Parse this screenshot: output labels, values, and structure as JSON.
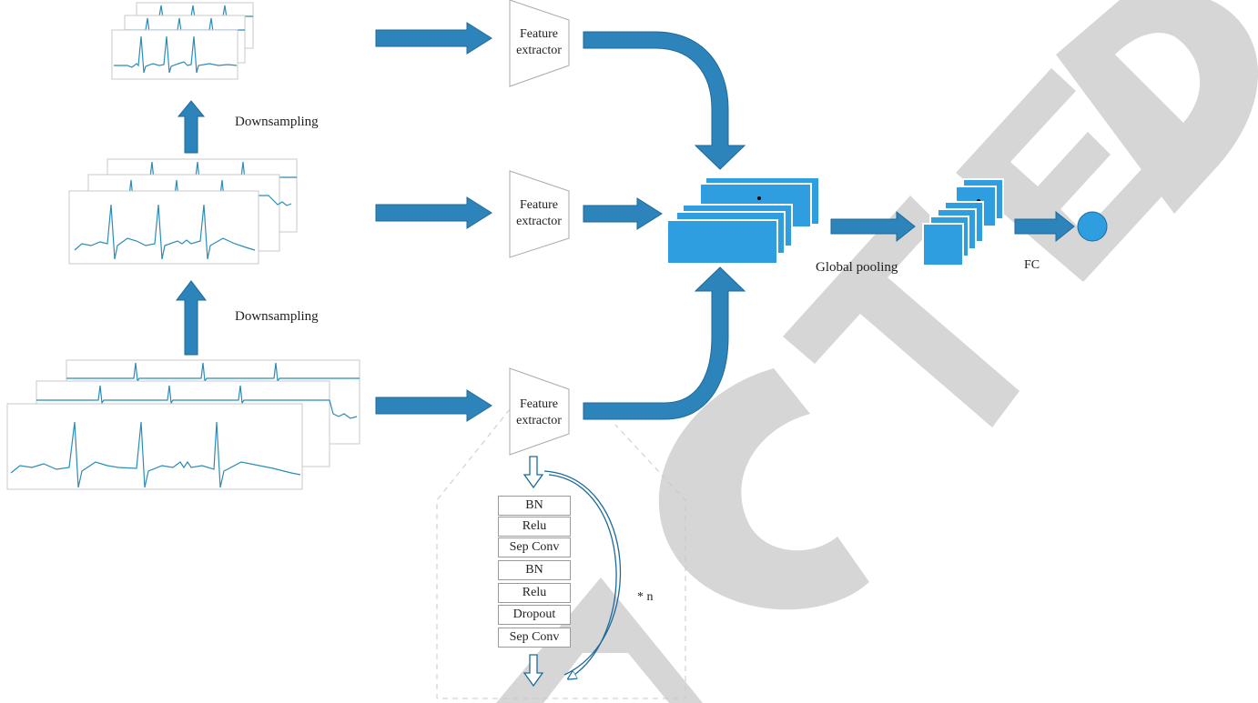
{
  "labels": {
    "downsampling_top": "Downsampling",
    "downsampling_bottom": "Downsampling",
    "global_pooling": "Global pooling",
    "fc": "FC",
    "repeat": "* n"
  },
  "feature_extractors": [
    {
      "line1": "Feature",
      "line2": "extractor"
    },
    {
      "line1": "Feature",
      "line2": "extractor"
    },
    {
      "line1": "Feature",
      "line2": "extractor"
    }
  ],
  "layers": [
    "BN",
    "Relu",
    "Sep Conv",
    "BN",
    "Relu",
    "Dropout",
    "Sep Conv"
  ],
  "watermark": "ACTED",
  "colors": {
    "arrow": "#2c84bb",
    "arrow_edge": "#1d6a9a",
    "feature_map": "#2e9ee0",
    "ecg_line": "#2b8cb8",
    "watermark": "#d4d4d4",
    "dashed": "#c8c8c8"
  }
}
